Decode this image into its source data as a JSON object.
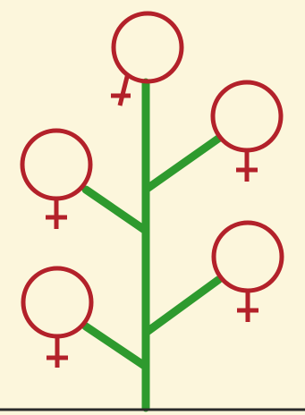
{
  "diagram": {
    "colors": {
      "background": "#fcf6dc",
      "stem": "#2e9a2e",
      "symbol": "#b3212a",
      "ground": "#2a2a2a"
    },
    "symbols": [
      {
        "icon": "female-symbol-icon",
        "position": "top"
      },
      {
        "icon": "female-symbol-icon",
        "position": "upper-right"
      },
      {
        "icon": "female-symbol-icon",
        "position": "upper-left"
      },
      {
        "icon": "female-symbol-icon",
        "position": "lower-right"
      },
      {
        "icon": "female-symbol-icon",
        "position": "lower-left"
      }
    ]
  }
}
